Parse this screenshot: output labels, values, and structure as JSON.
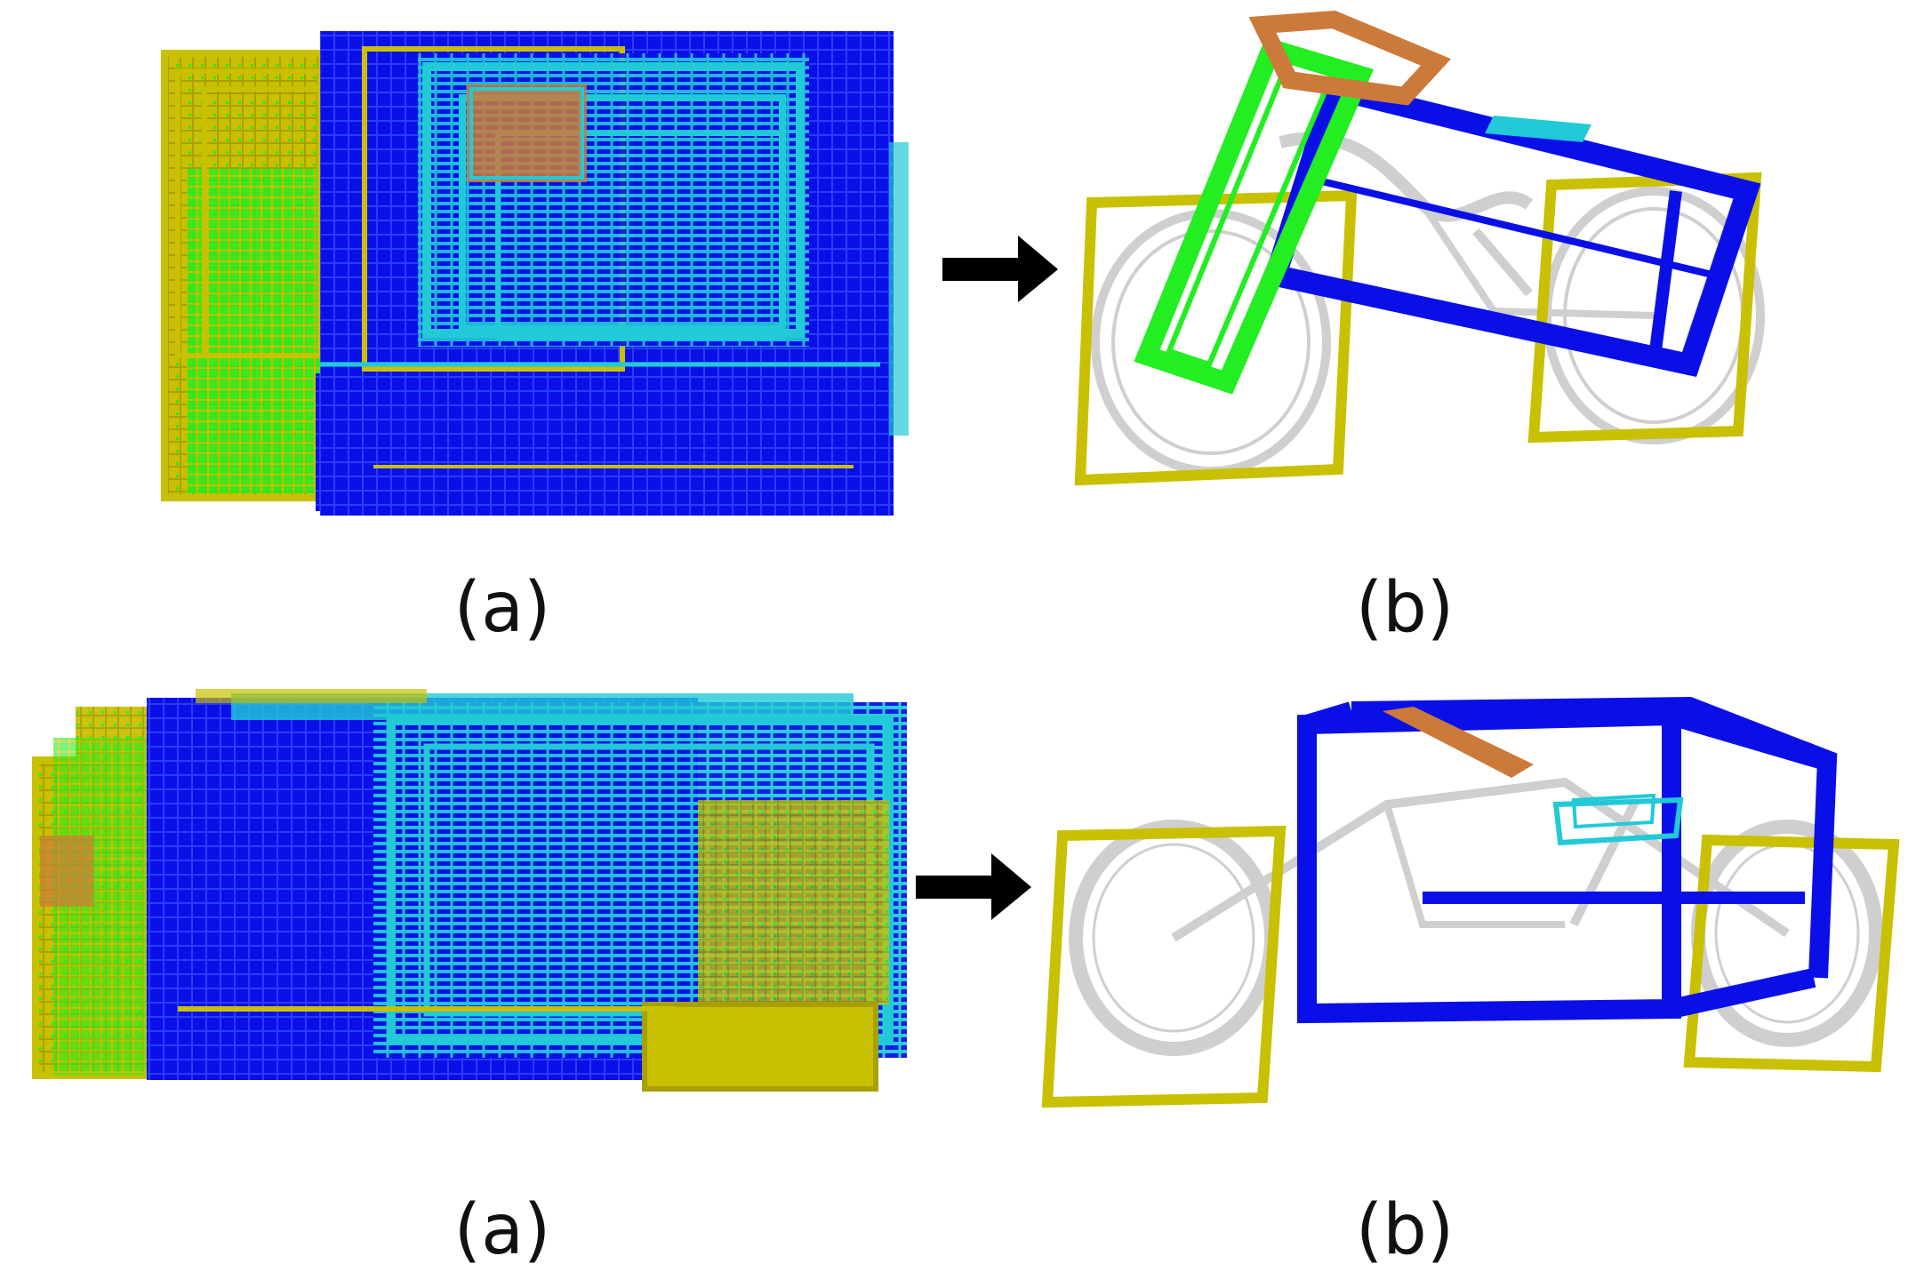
{
  "captions": {
    "top_a": "(a)",
    "top_b": "(b)",
    "bottom_a": "(a)",
    "bottom_b": "(b)"
  },
  "colors": {
    "blue": "#0a0fe8",
    "cyan": "#22c9d6",
    "yellow": "#c8c000",
    "green": "#22ee22",
    "orange": "#cc7a3a",
    "bike": "#cfcfcf",
    "arrow": "#000000"
  },
  "icons": {
    "arrow": "right-arrow-icon",
    "bicycle": "bicycle-icon"
  }
}
